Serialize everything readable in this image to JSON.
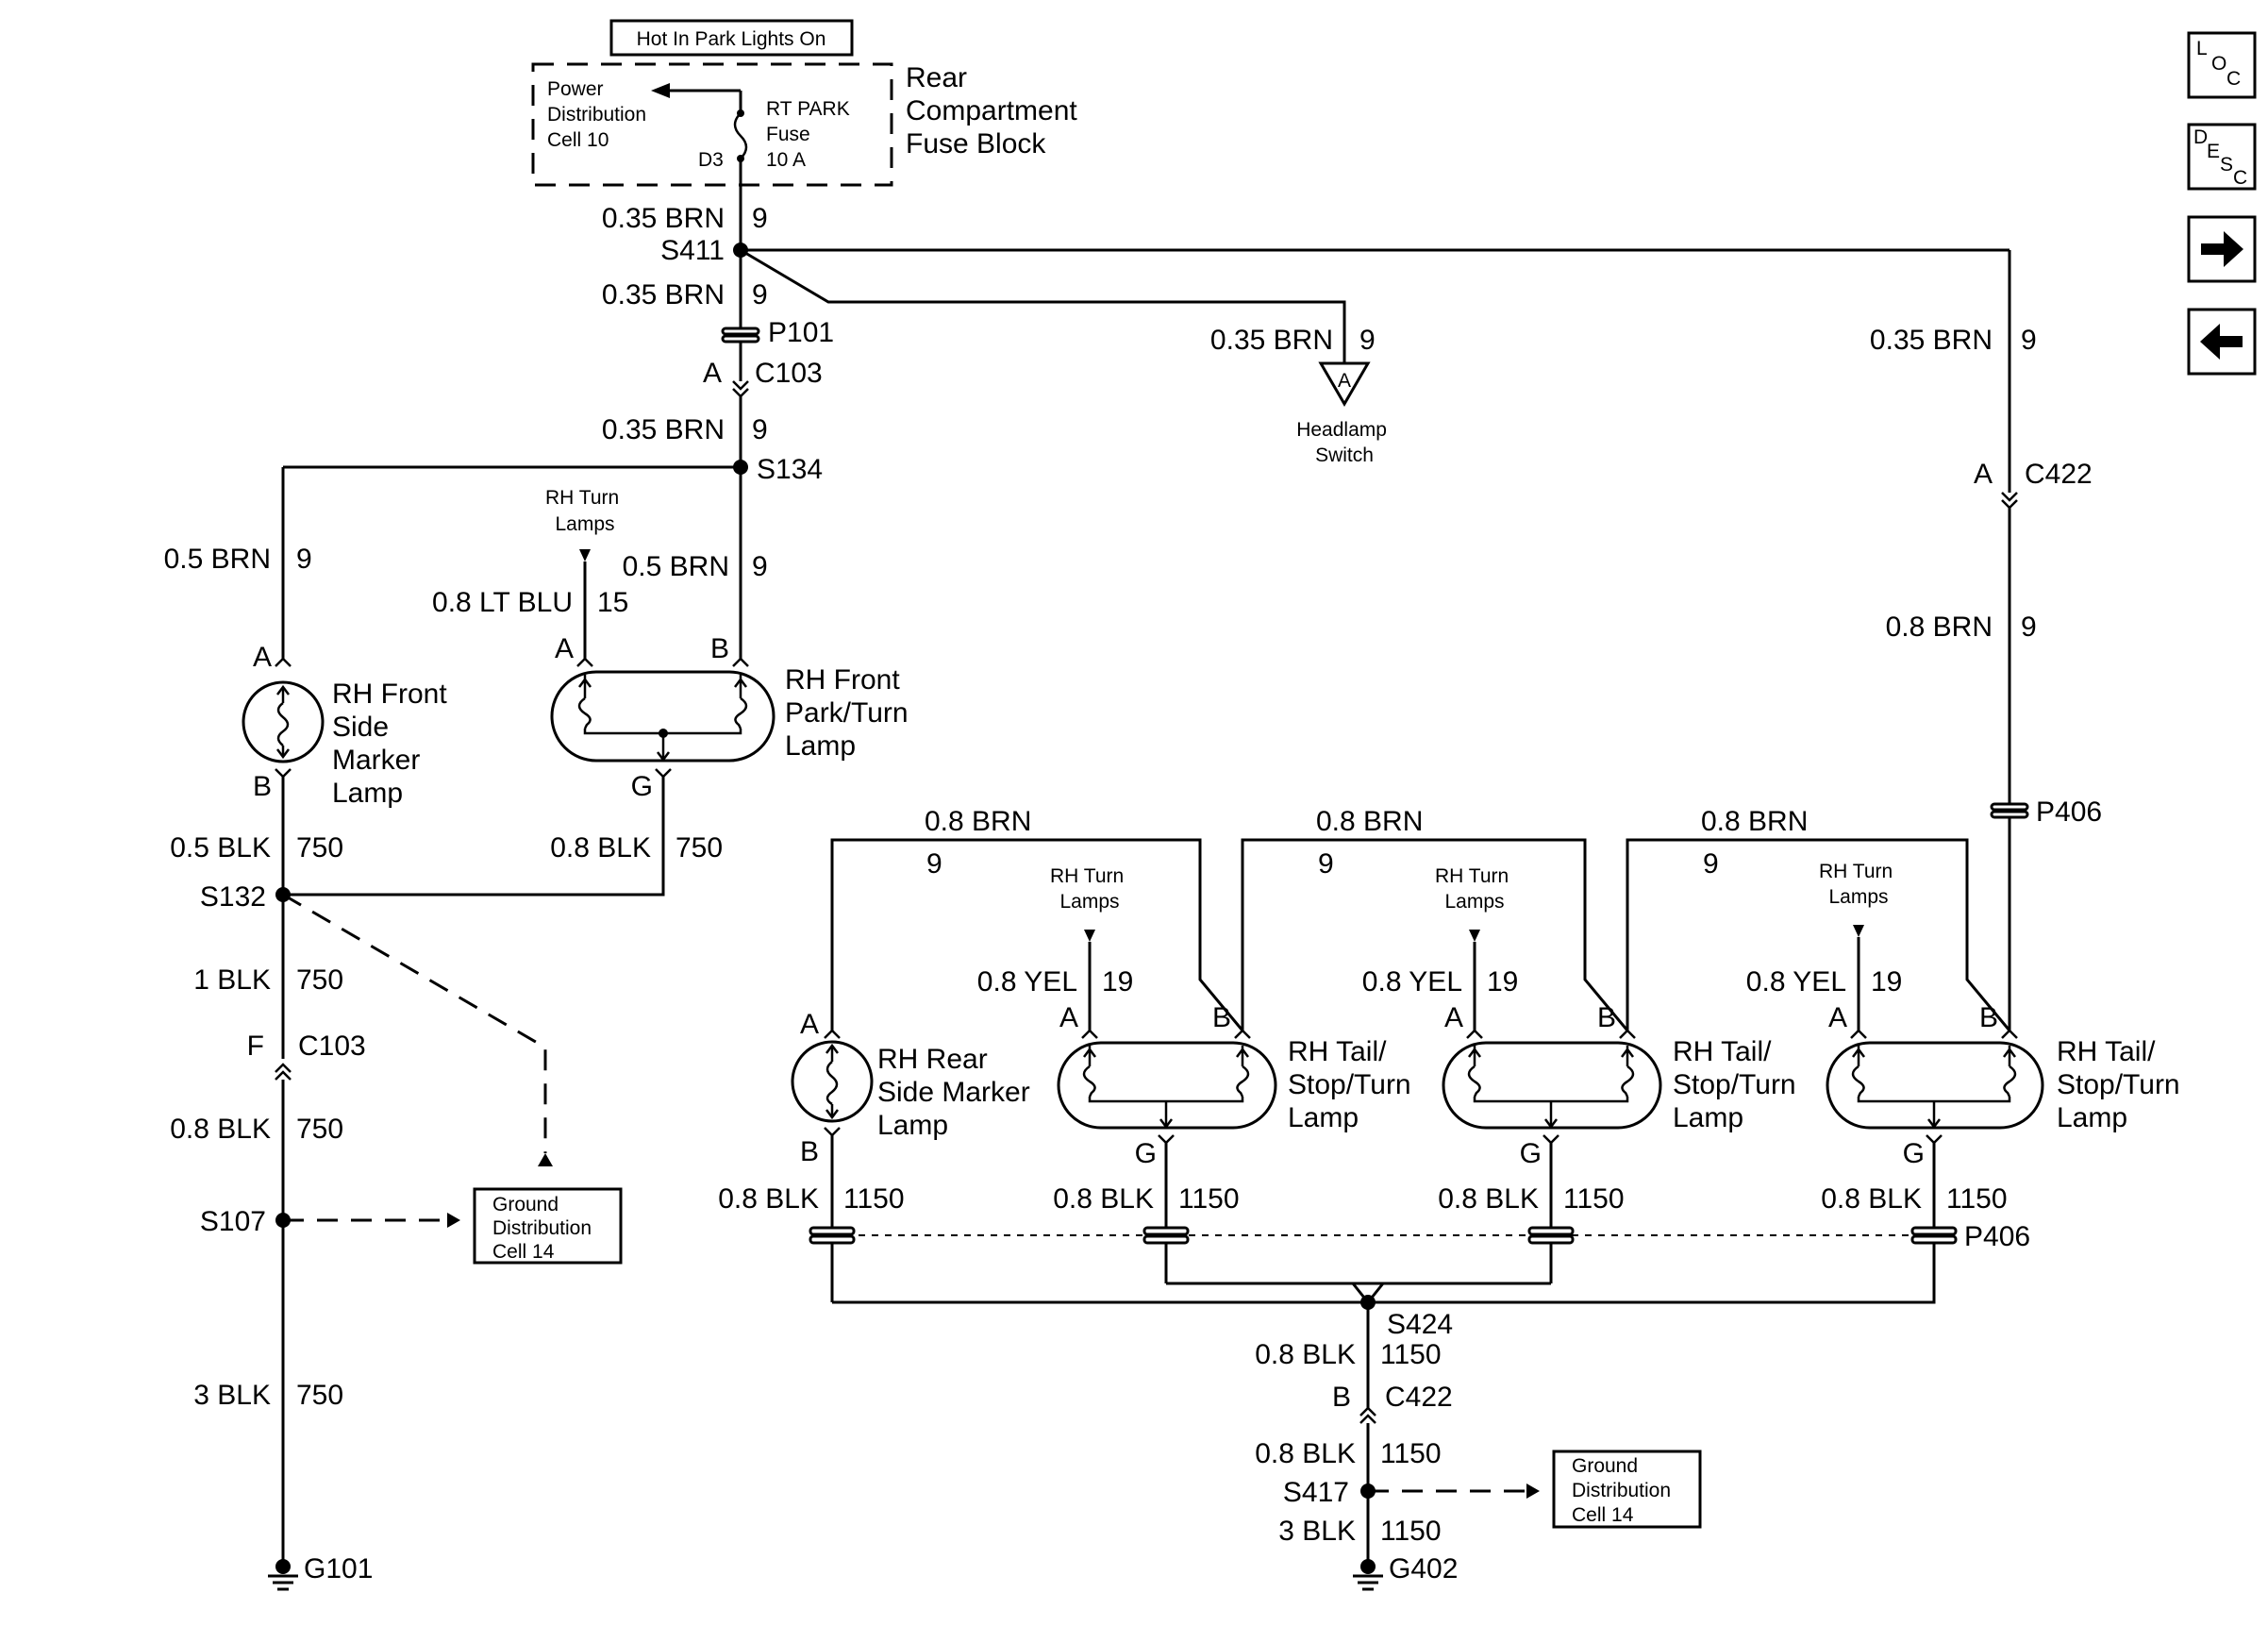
{
  "fuse_block": {
    "hot_label": "Hot In Park Lights On",
    "name_lines": [
      "Rear",
      "Compartment",
      "Fuse Block"
    ],
    "power_dist_lines": [
      "Power",
      "Distribution",
      "Cell 10"
    ],
    "fuse_lines": [
      "RT PARK",
      "Fuse",
      "10 A"
    ],
    "terminal": "D3"
  },
  "nav": {
    "loc_icon": "loc-icon",
    "desc_icon": "desc-icon",
    "next_icon": "arrow-right-icon",
    "prev_icon": "arrow-left-icon"
  },
  "labels": {
    "w_035brn": "0.35 BRN",
    "c9": "9",
    "s411": "S411",
    "p101": "P101",
    "a": "A",
    "b": "B",
    "g": "G",
    "f": "F",
    "c103": "C103",
    "s134": "S134",
    "headlamp_lines": [
      "Headlamp",
      "Switch"
    ],
    "c422": "C422",
    "w_08brn": "0.8 BRN",
    "p406": "P406",
    "w_05brn": "0.5 BRN",
    "rh_turn_lines": [
      "RH Turn",
      "Lamps"
    ],
    "w_08ltblu": "0.8 LT BLU",
    "c15": "15",
    "front_marker_lines": [
      "RH Front",
      "Side",
      "Marker",
      "Lamp"
    ],
    "front_park_lines": [
      "RH Front",
      "Park/Turn",
      "Lamp"
    ],
    "w_05blk": "0.5 BLK",
    "c750": "750",
    "w_08blk": "0.8 BLK",
    "s132": "S132",
    "w_1blk": "1 BLK",
    "s107": "S107",
    "ground_dist_lines": [
      "Ground",
      "Distribution",
      "Cell 14"
    ],
    "w_3blk": "3 BLK",
    "g101": "G101",
    "w_08yel": "0.8 YEL",
    "c19": "19",
    "rear_marker_lines": [
      "RH Rear",
      "Side Marker",
      "Lamp"
    ],
    "tail_lines": [
      "RH Tail/",
      "Stop/Turn",
      "Lamp"
    ],
    "c1150": "1150",
    "s424": "S424",
    "s417": "S417",
    "g402": "G402"
  }
}
